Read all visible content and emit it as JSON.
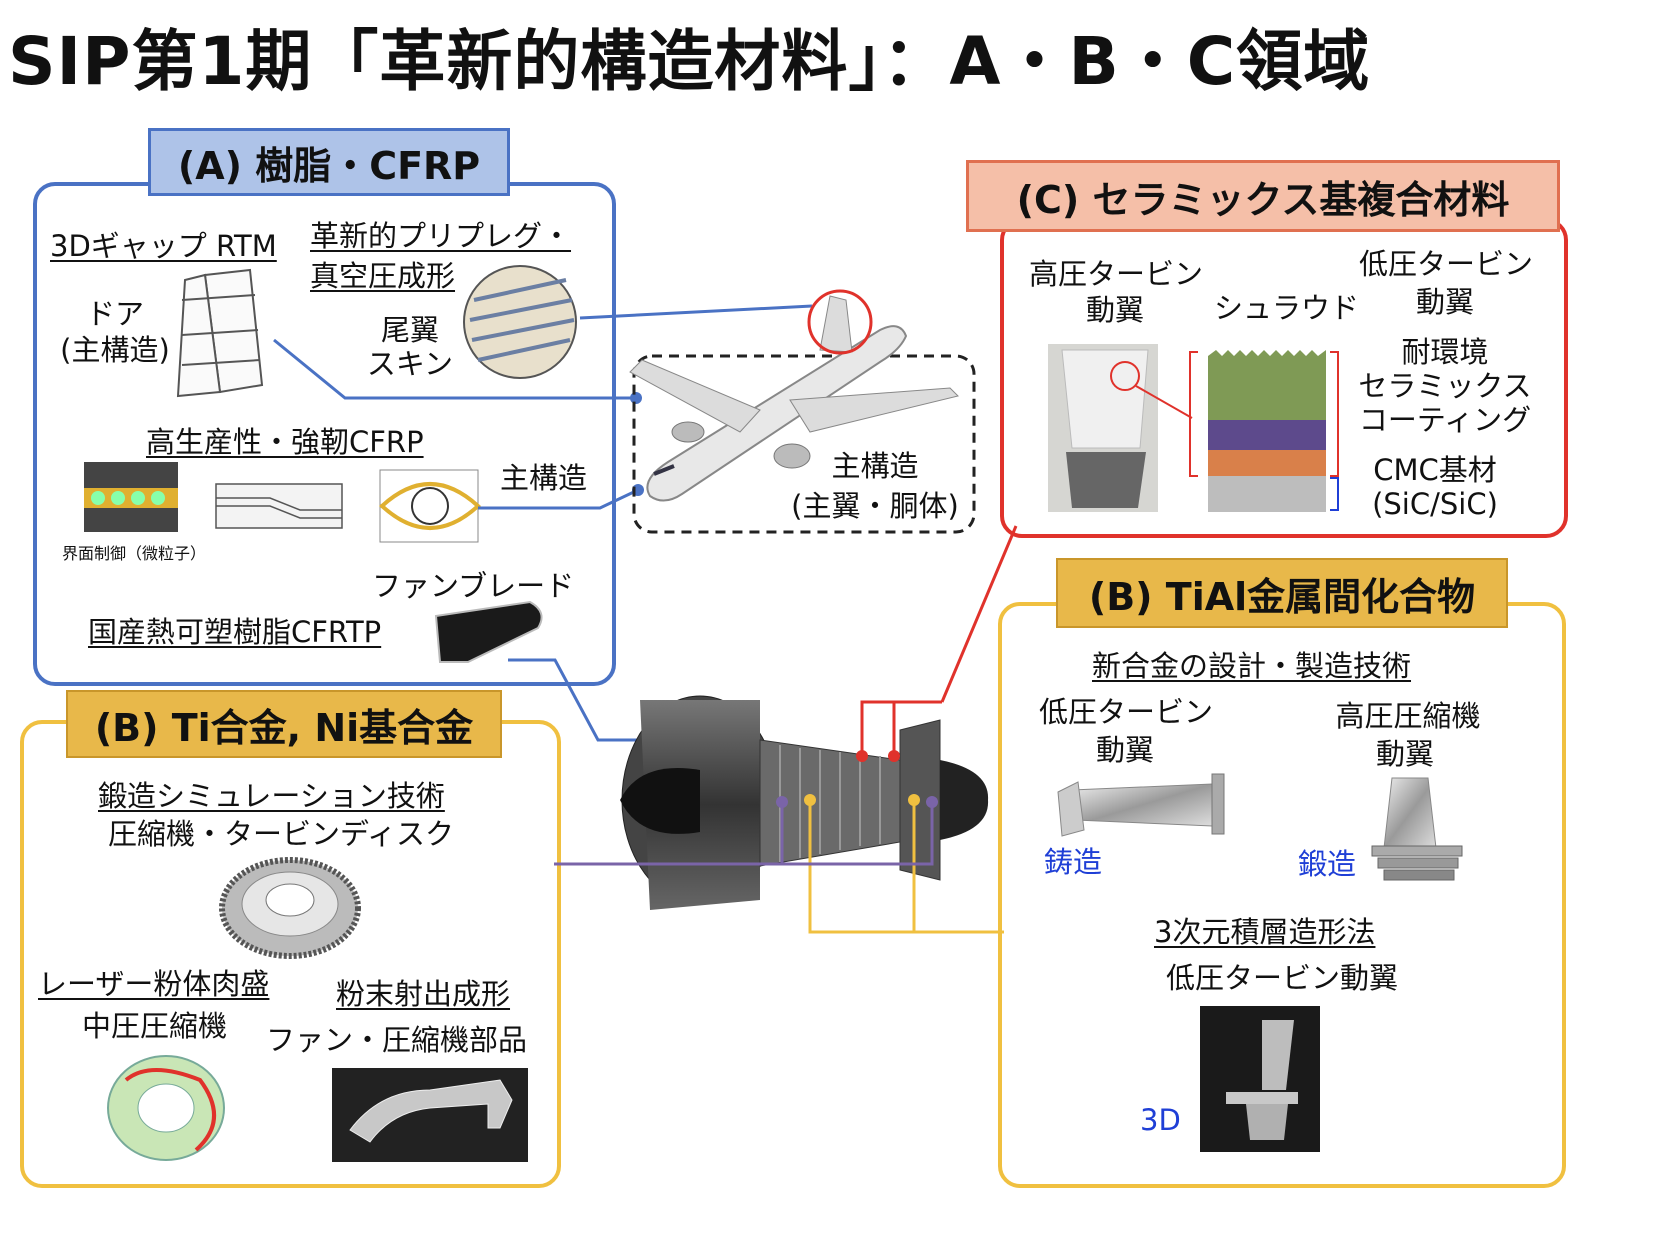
{
  "title": "SIP第1期「革新的構造材料」：A・B・C領域",
  "panelA": {
    "header": "(A) 樹脂・CFRP",
    "gap_rtm": "3Dギャップ RTM",
    "door_line1": "ドア",
    "door_line2": "(主構造)",
    "prepreg_line1": "革新的プリプレグ・",
    "prepreg_line2": "真空圧成形",
    "tail_line1": "尾翼",
    "tail_line2": "スキン",
    "high_prod": "高生産性・強靭CFRP",
    "interface": "界面制御（微粒子）",
    "main_struct": "主構造",
    "fan_blade": "ファンブレード",
    "cfrtp": "国産熱可塑樹脂CFRTP"
  },
  "aircraft": {
    "line1": "主構造",
    "line2": "(主翼・胴体)"
  },
  "panelC": {
    "header": "(C) セラミックス基複合材料",
    "hp_turbine_line1": "高圧タービン",
    "hp_turbine_line2": "動翼",
    "shroud": "シュラウド",
    "lp_turbine_line1": "低圧タービン",
    "lp_turbine_line2": "動翼",
    "ebc_line1": "耐環境",
    "ebc_line2": "セラミックス",
    "ebc_line3": "コーティング",
    "cmc_line1": "CMC基材",
    "cmc_line2": "(SiC/SiC)"
  },
  "panelBleft": {
    "header": "(B) Ti合金, Ni基合金",
    "forging_sim": "鍛造シミュレーション技術",
    "disk": "圧縮機・タービンディスク",
    "laser": "レーザー粉体肉盛",
    "imc": "中圧圧縮機",
    "powder": "粉末射出成形",
    "fan_parts": "ファン・圧縮機部品"
  },
  "panelBright": {
    "header": "(B) TiAl金属間化合物",
    "new_alloy": "新合金の設計・製造技術",
    "lpt_line1": "低圧タービン",
    "lpt_line2": "動翼",
    "hpc_line1": "高圧圧縮機",
    "hpc_line2": "動翼",
    "casting": "鋳造",
    "forging": "鍛造",
    "am": "3次元積層造形法",
    "lpt_blade": "低圧タービン動翼",
    "label_3d": "3D"
  },
  "colors": {
    "blue_panel": "#4a72c4",
    "red_panel": "#e0322b",
    "yellow_panel": "#f0c040",
    "purple_line": "#7a64a8",
    "header_A_bg": "#aec3e8",
    "header_C_bg": "#f5bfa8",
    "header_B_bg": "#e8b84a",
    "ebc_green": "#7f9a55",
    "ebc_purple": "#5d4a8c",
    "ebc_orange": "#d9804a"
  }
}
